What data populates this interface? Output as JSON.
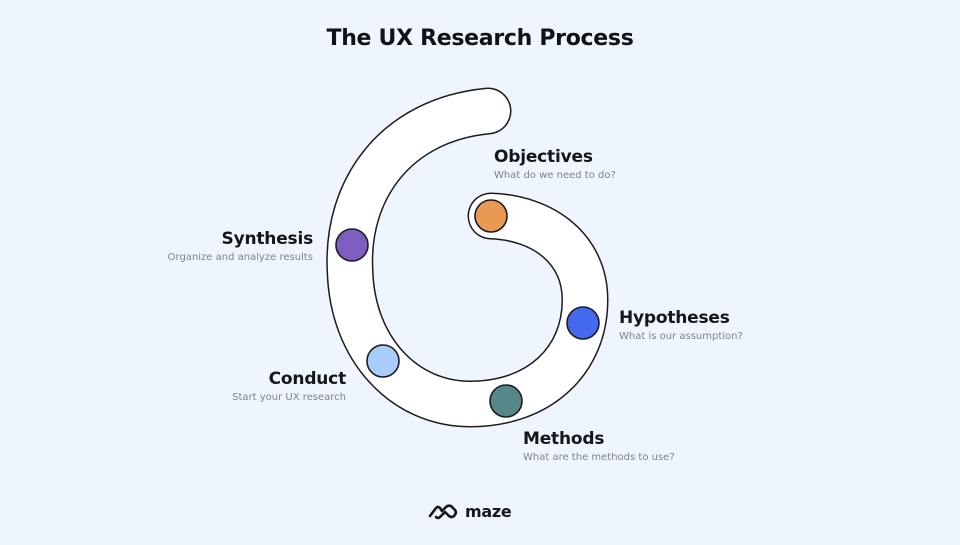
{
  "title": "The UX Research Process",
  "steps": [
    {
      "id": "objectives",
      "title": "Objectives",
      "subtitle": "What do we need to do?",
      "color": "#e99a52"
    },
    {
      "id": "hypotheses",
      "title": "Hypotheses",
      "subtitle": "What is our assumption?",
      "color": "#4468ee"
    },
    {
      "id": "methods",
      "title": "Methods",
      "subtitle": "What are the methods to use?",
      "color": "#568789"
    },
    {
      "id": "conduct",
      "title": "Conduct",
      "subtitle": "Start your UX research",
      "color": "#a8cdfb"
    },
    {
      "id": "synthesis",
      "title": "Synthesis",
      "subtitle": "Organize and analyze results",
      "color": "#7d5ec0"
    }
  ],
  "brand": {
    "name": "maze",
    "icon": "maze-logo-icon"
  },
  "colors": {
    "background": "#eff5fd",
    "outline": "#1c1c1f",
    "band": "#ffffff"
  }
}
